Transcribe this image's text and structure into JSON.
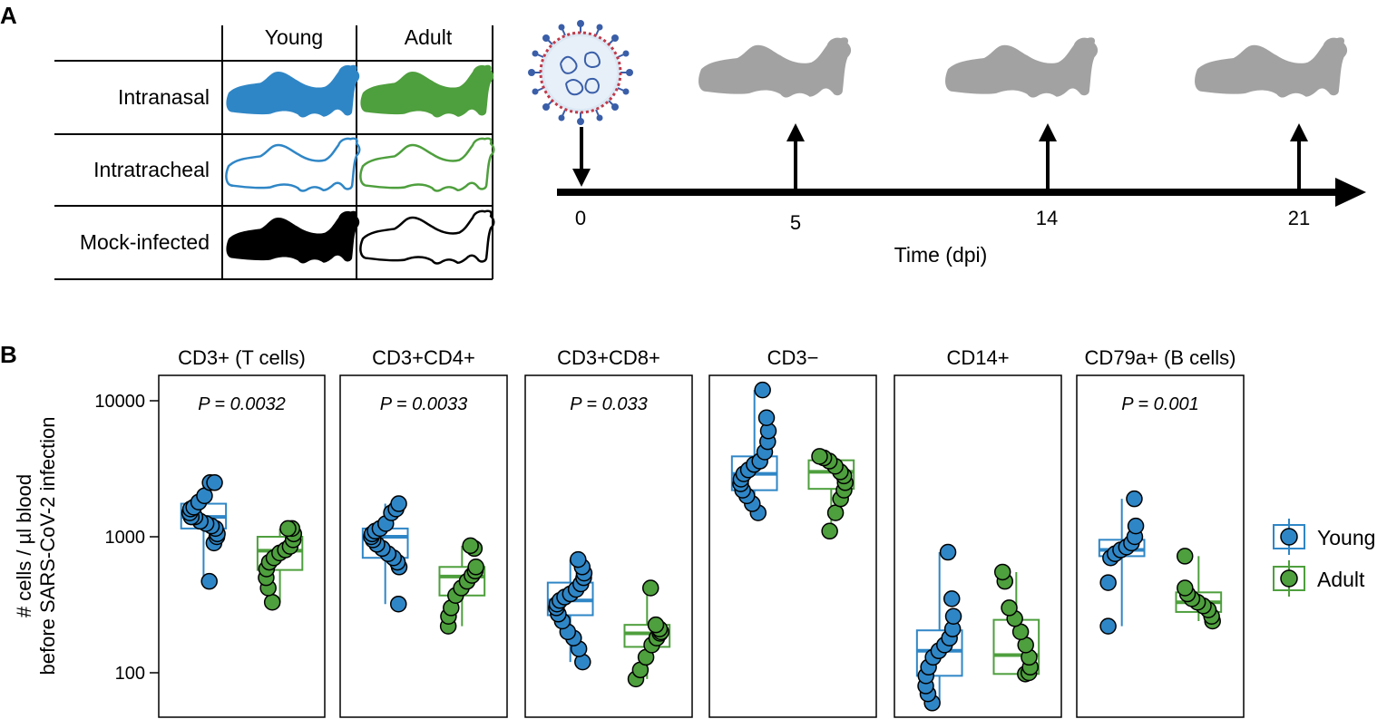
{
  "panel_a": {
    "letter": "A",
    "table": {
      "columns": [
        "Young",
        "Adult"
      ],
      "rows": [
        "Intranasal",
        "Intratracheal",
        "Mock-infected"
      ]
    },
    "timeline": {
      "ticks": [
        "0",
        "5",
        "14",
        "21"
      ],
      "axis_label": "Time (dpi)"
    }
  },
  "panel_b": {
    "letter": "B",
    "ylabel_line1": "# cells / µl blood",
    "ylabel_line2": "before SARS-CoV-2 infection",
    "yticks": [
      "100",
      "1000",
      "10000"
    ]
  },
  "colors": {
    "young": "#2f86c6",
    "adult": "#4e9f3d",
    "mock": "#000000",
    "ferret_gray": "#a2a2a2"
  },
  "chart_data": {
    "type": "box",
    "yscale": "log",
    "ylim": [
      60,
      14000
    ],
    "groups": [
      "Young",
      "Adult"
    ],
    "legend": {
      "position": "right",
      "entries": [
        "Young",
        "Adult"
      ]
    },
    "facets": [
      {
        "title": "CD3+ (T cells)",
        "pvalue": "P = 0.0032",
        "young": {
          "box": [
            1150,
            1400,
            1750
          ],
          "whiskers": [
            470,
            2500
          ],
          "points": [
            470,
            900,
            1000,
            1050,
            1150,
            1200,
            1250,
            1300,
            1400,
            1400,
            1500,
            1600,
            1650,
            1800,
            2000,
            2500,
            2500
          ]
        },
        "adult": {
          "box": [
            570,
            790,
            1000
          ],
          "whiskers": [
            330,
            1150
          ],
          "points": [
            330,
            420,
            500,
            580,
            650,
            700,
            760,
            800,
            850,
            950,
            1050,
            1150,
            1150
          ]
        }
      },
      {
        "title": "CD3+CD4+",
        "pvalue": "P = 0.0033",
        "young": {
          "box": [
            700,
            1000,
            1150
          ],
          "whiskers": [
            320,
            1750
          ],
          "points": [
            320,
            600,
            650,
            700,
            750,
            820,
            880,
            950,
            1000,
            1050,
            1100,
            1150,
            1250,
            1500,
            1600,
            1750
          ]
        },
        "adult": {
          "box": [
            370,
            510,
            600
          ],
          "whiskers": [
            220,
            860
          ],
          "points": [
            220,
            260,
            300,
            370,
            420,
            470,
            520,
            560,
            600,
            820,
            860
          ]
        }
      },
      {
        "title": "CD3+CD8+",
        "pvalue": "P = 0.033",
        "young": {
          "box": [
            265,
            340,
            460
          ],
          "whiskers": [
            120,
            680
          ],
          "points": [
            120,
            150,
            180,
            200,
            240,
            270,
            300,
            320,
            340,
            360,
            380,
            410,
            450,
            500,
            540,
            600,
            680
          ]
        },
        "adult": {
          "box": [
            155,
            195,
            225
          ],
          "whiskers": [
            90,
            420
          ],
          "points": [
            90,
            105,
            130,
            160,
            180,
            195,
            200,
            210,
            225,
            420
          ]
        }
      },
      {
        "title": "CD3−",
        "pvalue": "",
        "young": {
          "box": [
            2200,
            2900,
            3900
          ],
          "whiskers": [
            1500,
            12000
          ],
          "points": [
            1500,
            1750,
            2000,
            2200,
            2450,
            2650,
            2900,
            3100,
            3400,
            3600,
            4200,
            5000,
            6000,
            7500,
            12000
          ]
        },
        "adult": {
          "box": [
            2250,
            3000,
            3650
          ],
          "whiskers": [
            1100,
            3900
          ],
          "points": [
            1100,
            1500,
            1900,
            2200,
            2500,
            2800,
            3000,
            3300,
            3600,
            3800,
            3900
          ]
        }
      },
      {
        "title": "CD14+",
        "pvalue": "",
        "young": {
          "box": [
            95,
            145,
            205
          ],
          "whiskers": [
            60,
            770
          ],
          "points": [
            60,
            70,
            80,
            95,
            110,
            130,
            145,
            160,
            180,
            210,
            260,
            350,
            770
          ]
        },
        "adult": {
          "box": [
            98,
            135,
            245
          ],
          "whiskers": [
            98,
            550
          ],
          "points": [
            98,
            100,
            110,
            130,
            160,
            200,
            250,
            300,
            470,
            550
          ]
        }
      },
      {
        "title": "CD79a+ (B cells)",
        "pvalue": "P = 0.001",
        "young": {
          "box": [
            720,
            800,
            950
          ],
          "whiskers": [
            220,
            1900
          ],
          "points": [
            220,
            460,
            700,
            750,
            800,
            840,
            900,
            1000,
            1200,
            1900
          ]
        },
        "adult": {
          "box": [
            280,
            330,
            390
          ],
          "whiskers": [
            240,
            720
          ],
          "points": [
            240,
            260,
            290,
            310,
            330,
            350,
            380,
            420,
            720
          ]
        }
      }
    ]
  }
}
